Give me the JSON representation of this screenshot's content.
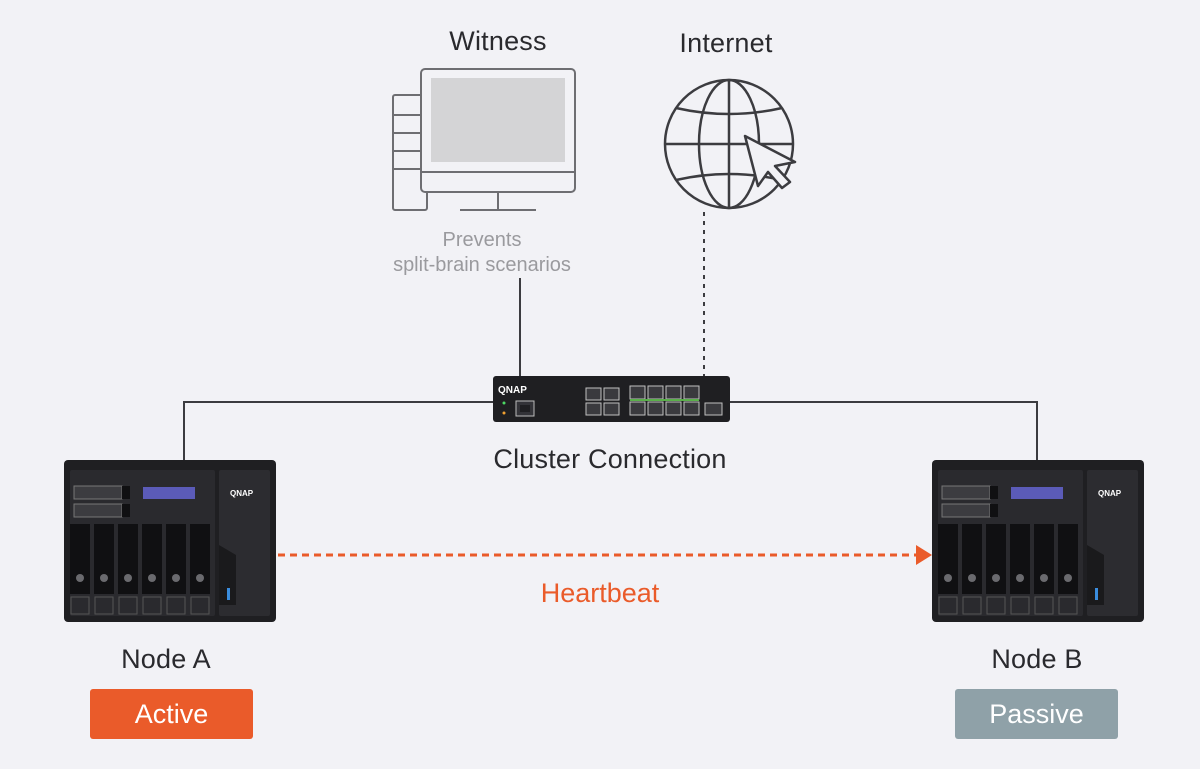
{
  "witness": {
    "title": "Witness",
    "note_line1": "Prevents",
    "note_line2": "split-brain scenarios"
  },
  "internet": {
    "title": "Internet"
  },
  "switch": {
    "brand": "QNAP",
    "label": "Cluster Connection"
  },
  "heartbeat": {
    "label": "Heartbeat"
  },
  "node_a": {
    "title": "Node A",
    "brand": "QNAP",
    "status": "Active"
  },
  "node_b": {
    "title": "Node B",
    "brand": "QNAP",
    "status": "Passive"
  },
  "colors": {
    "background": "#f2f2f6",
    "accent": "#ea5b2a",
    "passive": "#8fa1a8",
    "device_body": "#1f1f22",
    "line": "#3c3c40"
  }
}
